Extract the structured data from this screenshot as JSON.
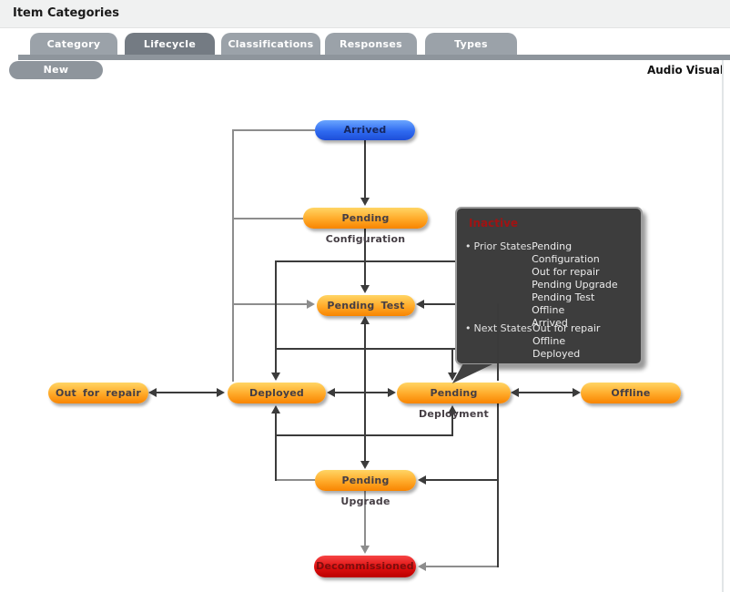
{
  "window": {
    "title": "Item Categories"
  },
  "tabs": [
    {
      "label": "Category",
      "active": false
    },
    {
      "label": "Lifecycle",
      "active": true
    },
    {
      "label": "Classifications",
      "active": false
    },
    {
      "label": "Responses",
      "active": false
    },
    {
      "label": "Types",
      "active": false
    }
  ],
  "toolbar": {
    "new_label": "New",
    "context_label": "Audio Visual"
  },
  "colors": {
    "tab_inactive": "#9ba2a9",
    "tab_active": "#747b83",
    "node_orange": "#ffa928",
    "node_blue": "#2f6af0",
    "node_red": "#dd0f0f",
    "tooltip_bg": "#3d3d3d",
    "tooltip_title": "#a01313",
    "line_dark": "#3b3b3b",
    "line_gray": "#8d8d8d"
  },
  "diagram": {
    "nodes": [
      {
        "id": "arrived",
        "label": "Arrived",
        "color": "blue"
      },
      {
        "id": "pending-configuration",
        "label": "Pending Configuration",
        "color": "orange"
      },
      {
        "id": "pending-test",
        "label": "Pending Test",
        "color": "orange"
      },
      {
        "id": "out-for-repair",
        "label": "Out for repair",
        "color": "orange"
      },
      {
        "id": "deployed",
        "label": "Deployed",
        "color": "orange"
      },
      {
        "id": "pending-deployment",
        "label": "Pending Deployment",
        "color": "orange"
      },
      {
        "id": "offline",
        "label": "Offline",
        "color": "orange"
      },
      {
        "id": "pending-upgrade",
        "label": "Pending Upgrade",
        "color": "orange"
      },
      {
        "id": "decommissioned",
        "label": "Decommissioned",
        "color": "red"
      }
    ],
    "tooltip": {
      "title": "Inactive",
      "bullet": "•",
      "prior_label": "Prior States",
      "next_label": "Next States",
      "prior_states": [
        "Pending Configuration",
        "Out for repair",
        "Pending Upgrade",
        "Pending Test",
        "Offline",
        "Arrived"
      ],
      "next_states": [
        "Out for repair",
        "Offline",
        "Deployed"
      ]
    }
  }
}
